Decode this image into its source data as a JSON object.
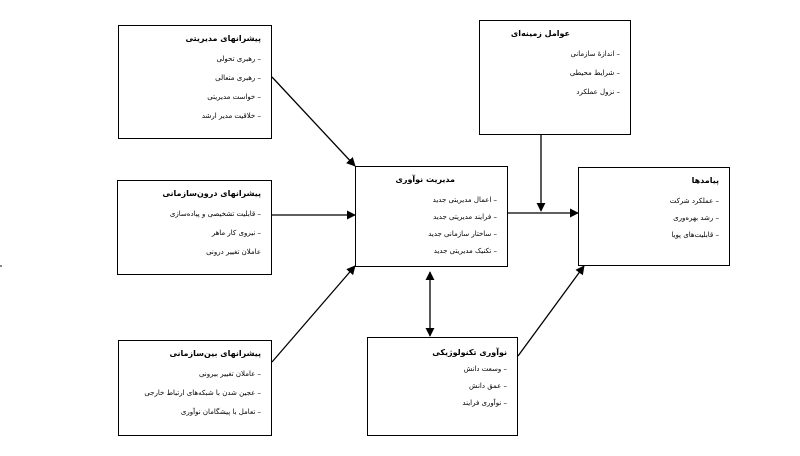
{
  "boxes": {
    "managerial": {
      "title": "پیشرانهای مدیریتی",
      "items": [
        "– رهبری تحولی",
        "– رهبری متعالی",
        "– خواست مدیریتی",
        "– خلاقیت مدیر ارشد"
      ]
    },
    "internal": {
      "title": "پیشرانهای درون‌سازمانی",
      "items": [
        "– قابلیت تشخیصی و پیاده‌سازی",
        "– نیروی کار ماهر",
        "عاملان تغییر درونی"
      ]
    },
    "inter": {
      "title": "پیشرانهای بین‌سازمانی",
      "items": [
        "– عاملان تغییر بیرونی",
        "– عجین شدن با شبکه‌های ارتباط خارجی",
        "– تعامل با پیشگامان نوآوری"
      ]
    },
    "center": {
      "title": "مدیریت نوآوری",
      "items": [
        "– اعمال مدیریتی جدید",
        "– فرایند مدیریتی جدید",
        "– ساختار سازمانی جدید",
        "– تکنیک مدیریتی جدید"
      ]
    },
    "context": {
      "title": "عوامل زمینه‌ای",
      "items": [
        "– اندازهٔ سازمانی",
        "– شرایط محیطی",
        "– نزول عملکرد"
      ]
    },
    "outcomes": {
      "title": "پیامدها",
      "items": [
        "– عملکرد شرکت",
        "– رشد بهره‌وری",
        "– قابلیت‌های پویا"
      ]
    },
    "tech": {
      "title": "نوآوری تکنولوژیکی",
      "items": [
        "– وسعت دانش",
        "– عمق دانش",
        "– نوآوری فرایند"
      ]
    }
  },
  "colors": {
    "line": "#000000",
    "background": "#ffffff"
  }
}
